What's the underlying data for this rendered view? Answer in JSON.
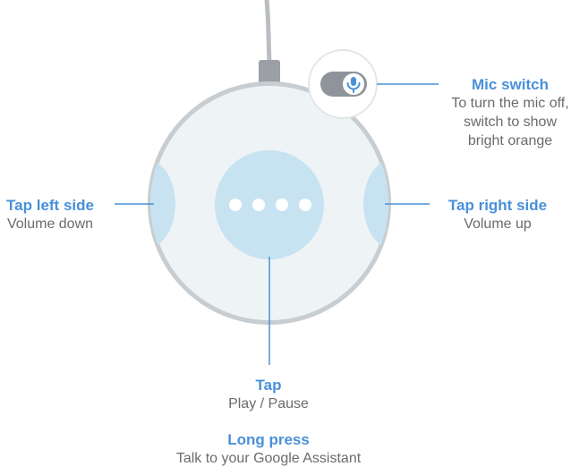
{
  "labels": {
    "mic_switch": {
      "title": "Mic switch",
      "lines": [
        "To turn the mic off,",
        "switch to show",
        "bright orange"
      ]
    },
    "tap_left": {
      "title": "Tap left side",
      "desc": "Volume down"
    },
    "tap_right": {
      "title": "Tap right side",
      "desc": "Volume up"
    },
    "tap": {
      "title": "Tap",
      "desc": "Play / Pause"
    },
    "long_press": {
      "title": "Long press",
      "desc": "Talk to your Google Assistant"
    }
  },
  "colors": {
    "accent": "#4a90d9",
    "device_face": "#eef3f6",
    "device_rim": "#c8cdd1",
    "touch_zone": "#c7e3f1",
    "text_gray": "#6b6b6b"
  },
  "icons": {
    "mic_toggle": "microphone-icon"
  }
}
